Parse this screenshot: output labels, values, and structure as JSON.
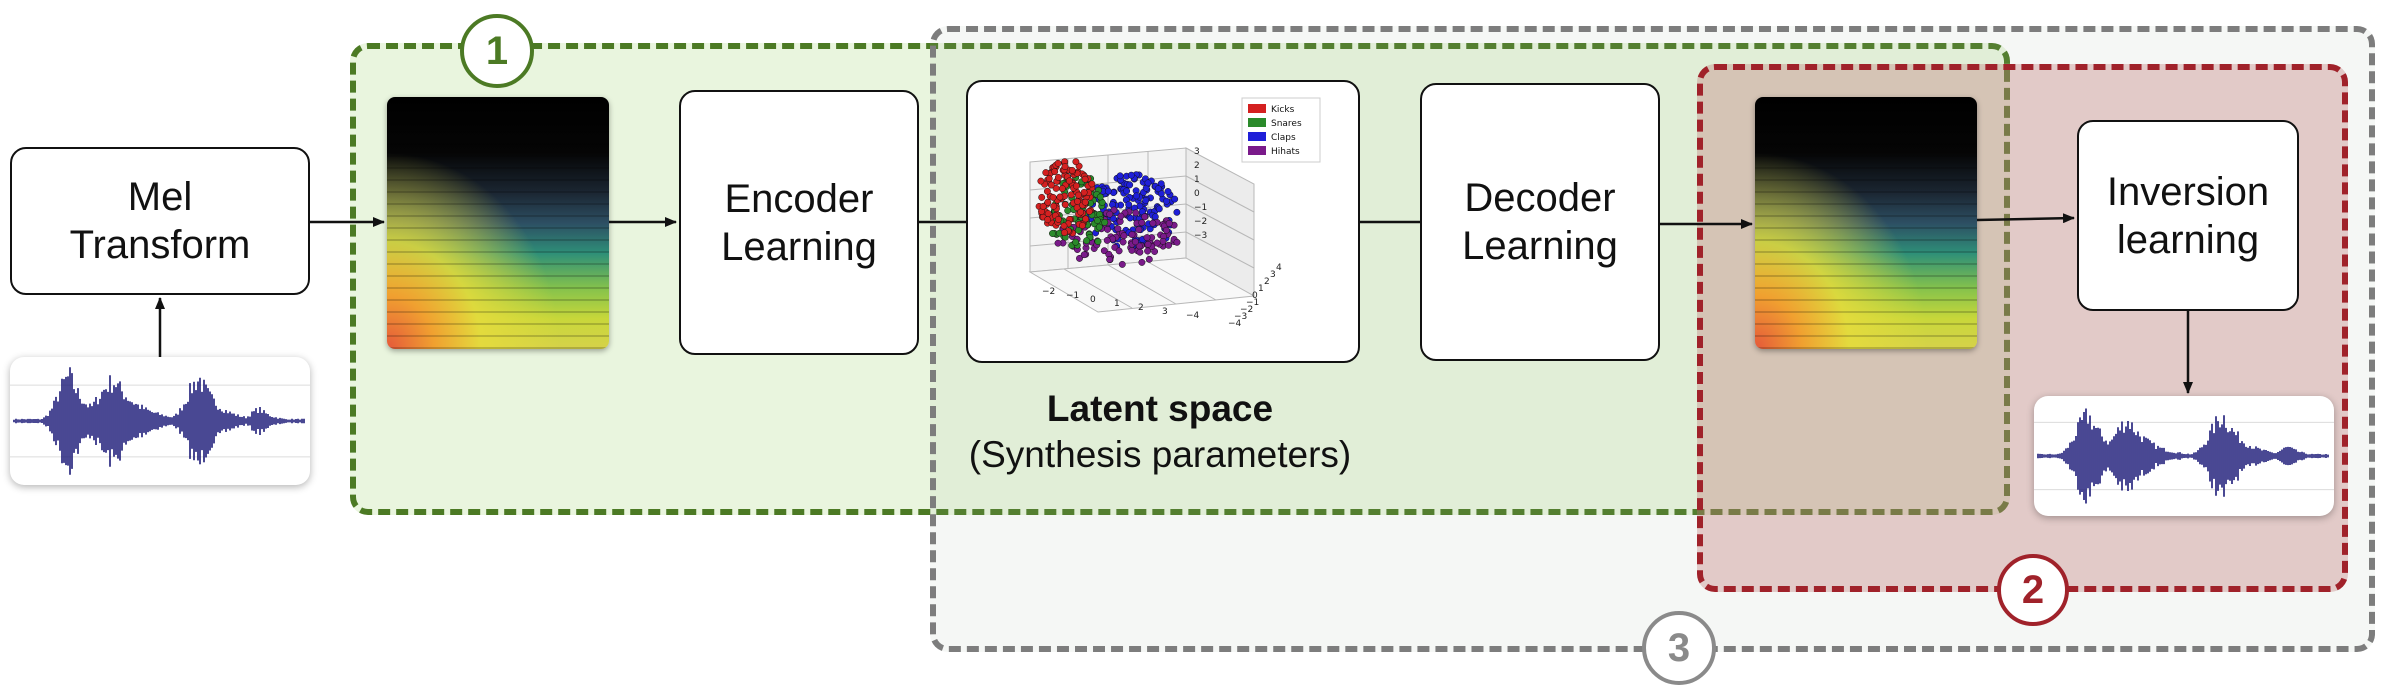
{
  "badges": {
    "one": "1",
    "two": "2",
    "three": "3"
  },
  "boxes": {
    "mel": "Mel\nTransform",
    "encoder": "Encoder\nLearning",
    "decoder": "Decoder\nLearning",
    "inversion": "Inversion\nlearning"
  },
  "latent": {
    "title": "Latent space",
    "subtitle": "(Synthesis parameters)",
    "legend": [
      "Kicks",
      "Snares",
      "Claps",
      "Hihats"
    ],
    "legend_colors": [
      "#d42020",
      "#2a8a2a",
      "#1f1fd8",
      "#7a1a8a"
    ],
    "x_ticks": [
      "−2",
      "−1",
      "0",
      "1",
      "2",
      "3",
      "−4"
    ],
    "y_ticks": [
      "3",
      "2",
      "1",
      "0",
      "−1",
      "−2",
      "−3"
    ],
    "z_ticks": [
      "4",
      "3",
      "2",
      "1",
      "0",
      "−1",
      "−2",
      "−3",
      "−4"
    ]
  },
  "colors": {
    "region_1": "#4c7a24",
    "region_2": "#a0222a",
    "region_3": "#7d7d7d",
    "waveform": "#1c1a78"
  }
}
